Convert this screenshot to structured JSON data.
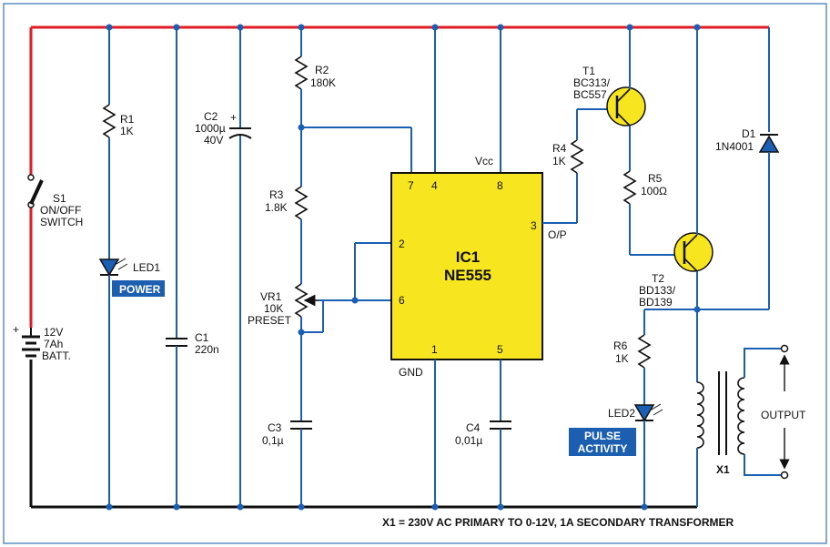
{
  "ic": {
    "name": "IC1",
    "part": "NE555",
    "vcc": "Vcc",
    "op": "O/P",
    "gnd": "GND",
    "pins": {
      "p7": "7",
      "p4": "4",
      "p8": "8",
      "p2": "2",
      "p6": "6",
      "p3": "3",
      "p1": "1",
      "p5": "5"
    }
  },
  "components": {
    "s1": [
      "S1",
      "ON/OFF",
      "SWITCH"
    ],
    "batt": [
      "12V",
      "7Ah",
      "BATT."
    ],
    "r1": [
      "R1",
      "1K"
    ],
    "led1": "LED1",
    "power_tag": "POWER",
    "c2": [
      "C2",
      "1000µ",
      "40V"
    ],
    "c1": [
      "C1",
      "220n"
    ],
    "r2": [
      "R2",
      "180K"
    ],
    "r3": [
      "R3",
      "1.8K"
    ],
    "vr1": [
      "VR1",
      "10K",
      "PRESET"
    ],
    "c3": [
      "C3",
      "0,1µ"
    ],
    "c4": [
      "C4",
      "0,01µ"
    ],
    "t1": [
      "T1",
      "BC313/",
      "BC557"
    ],
    "r4": [
      "R4",
      "1K"
    ],
    "r5": [
      "R5",
      "100Ω"
    ],
    "t2": [
      "T2",
      "BD133/",
      "BD139"
    ],
    "d1": [
      "D1",
      "1N4001"
    ],
    "r6": [
      "R6",
      "1K"
    ],
    "led2": "LED2",
    "pulse_tag": [
      "PULSE",
      "ACTIVITY"
    ],
    "x1": "X1",
    "output": "OUTPUT",
    "polarity_plus": "+"
  },
  "footnote": "X1 = 230V AC PRIMARY TO 0-12V, 1A SECONDARY TRANSFORMER",
  "colors": {
    "background": "#ffffff",
    "wire": "#1a5fb4",
    "positive_rail": "#e01b24",
    "ground_rail": "#111111",
    "ic_fill": "#f6e51f",
    "transistor_fill": "#f6e51f",
    "tag_fill": "#1c5fb0"
  }
}
